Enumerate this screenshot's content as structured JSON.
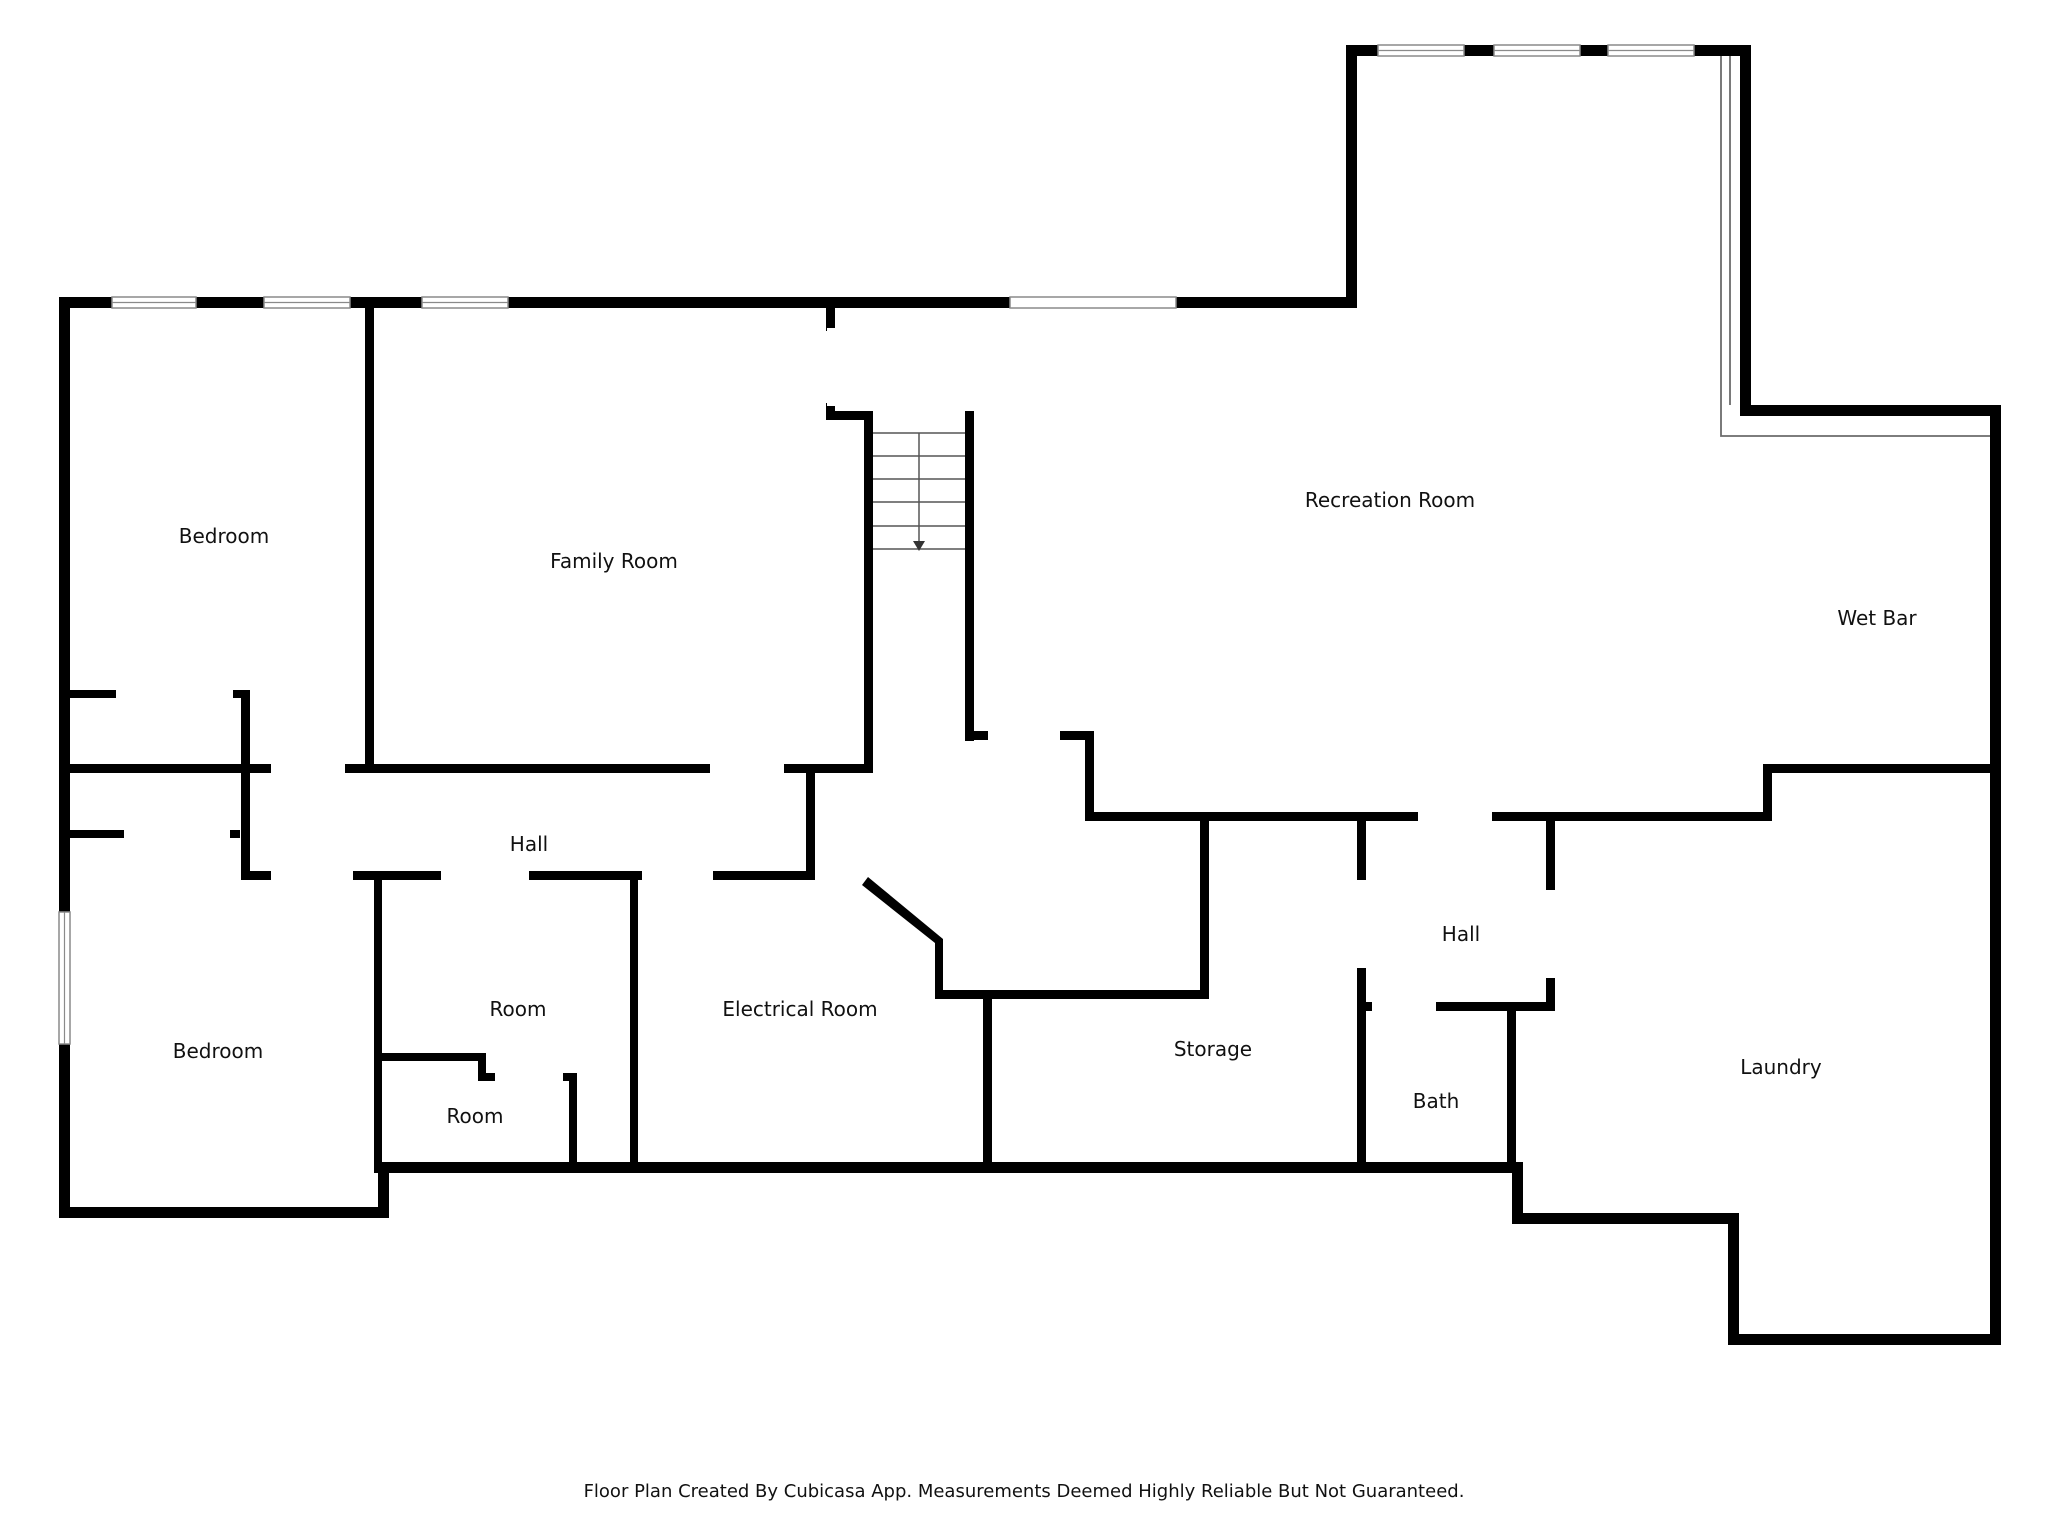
{
  "rooms": {
    "bedroom_upper": "Bedroom",
    "family_room": "Family Room",
    "recreation_room": "Recreation Room",
    "wet_bar": "Wet Bar",
    "hall_main": "Hall",
    "room_upper": "Room",
    "room_lower": "Room",
    "electrical_room": "Electrical Room",
    "bedroom_lower": "Bedroom",
    "storage": "Storage",
    "hall_small": "Hall",
    "bath": "Bath",
    "laundry": "Laundry"
  },
  "footer": "Floor Plan Created By Cubicasa App. Measurements Deemed Highly Reliable But Not Guaranteed."
}
